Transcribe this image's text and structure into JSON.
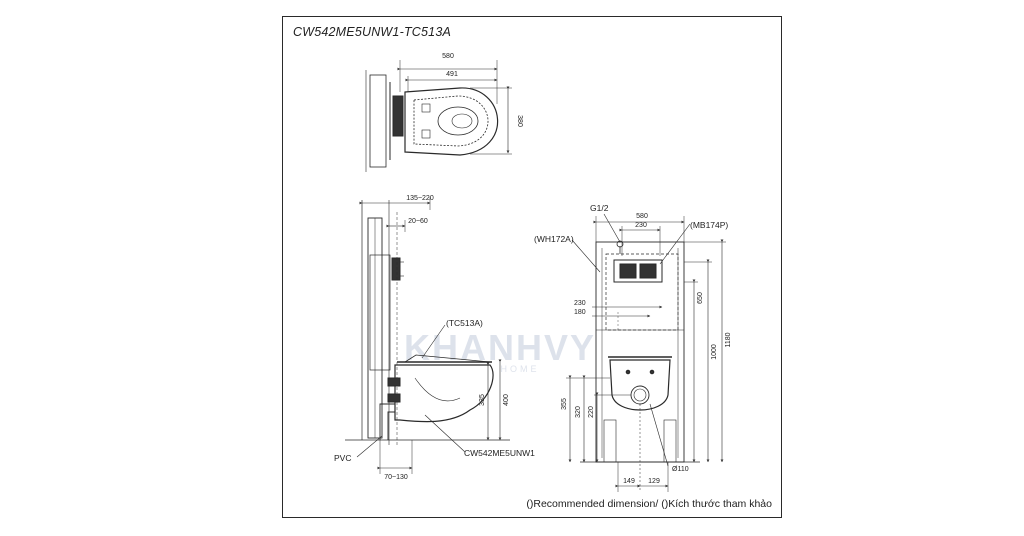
{
  "title": "CW542ME5UNW1-TC513A",
  "watermark": "KHANHVY",
  "watermark_sub": "HOME",
  "top_view": {
    "dims": [
      "580",
      "491",
      "380"
    ]
  },
  "side_view": {
    "dims": [
      "135~220",
      "20~60",
      "335",
      "400",
      "70~130"
    ],
    "labels": {
      "seat": "(TC513A)",
      "bowl": "CW542ME5UNW1",
      "pipe": "PVC"
    }
  },
  "front_view": {
    "dims": [
      "580",
      "230",
      "230",
      "180",
      "650",
      "1000",
      "1180",
      "355",
      "320",
      "220",
      "149",
      "129",
      "Ø110"
    ],
    "labels": {
      "inlet": "G1/2",
      "tank": "(WH172A)",
      "plate": "(MB174P)"
    }
  },
  "footnote": "()Recommended dimension/ ()Kích thước tham khảo"
}
